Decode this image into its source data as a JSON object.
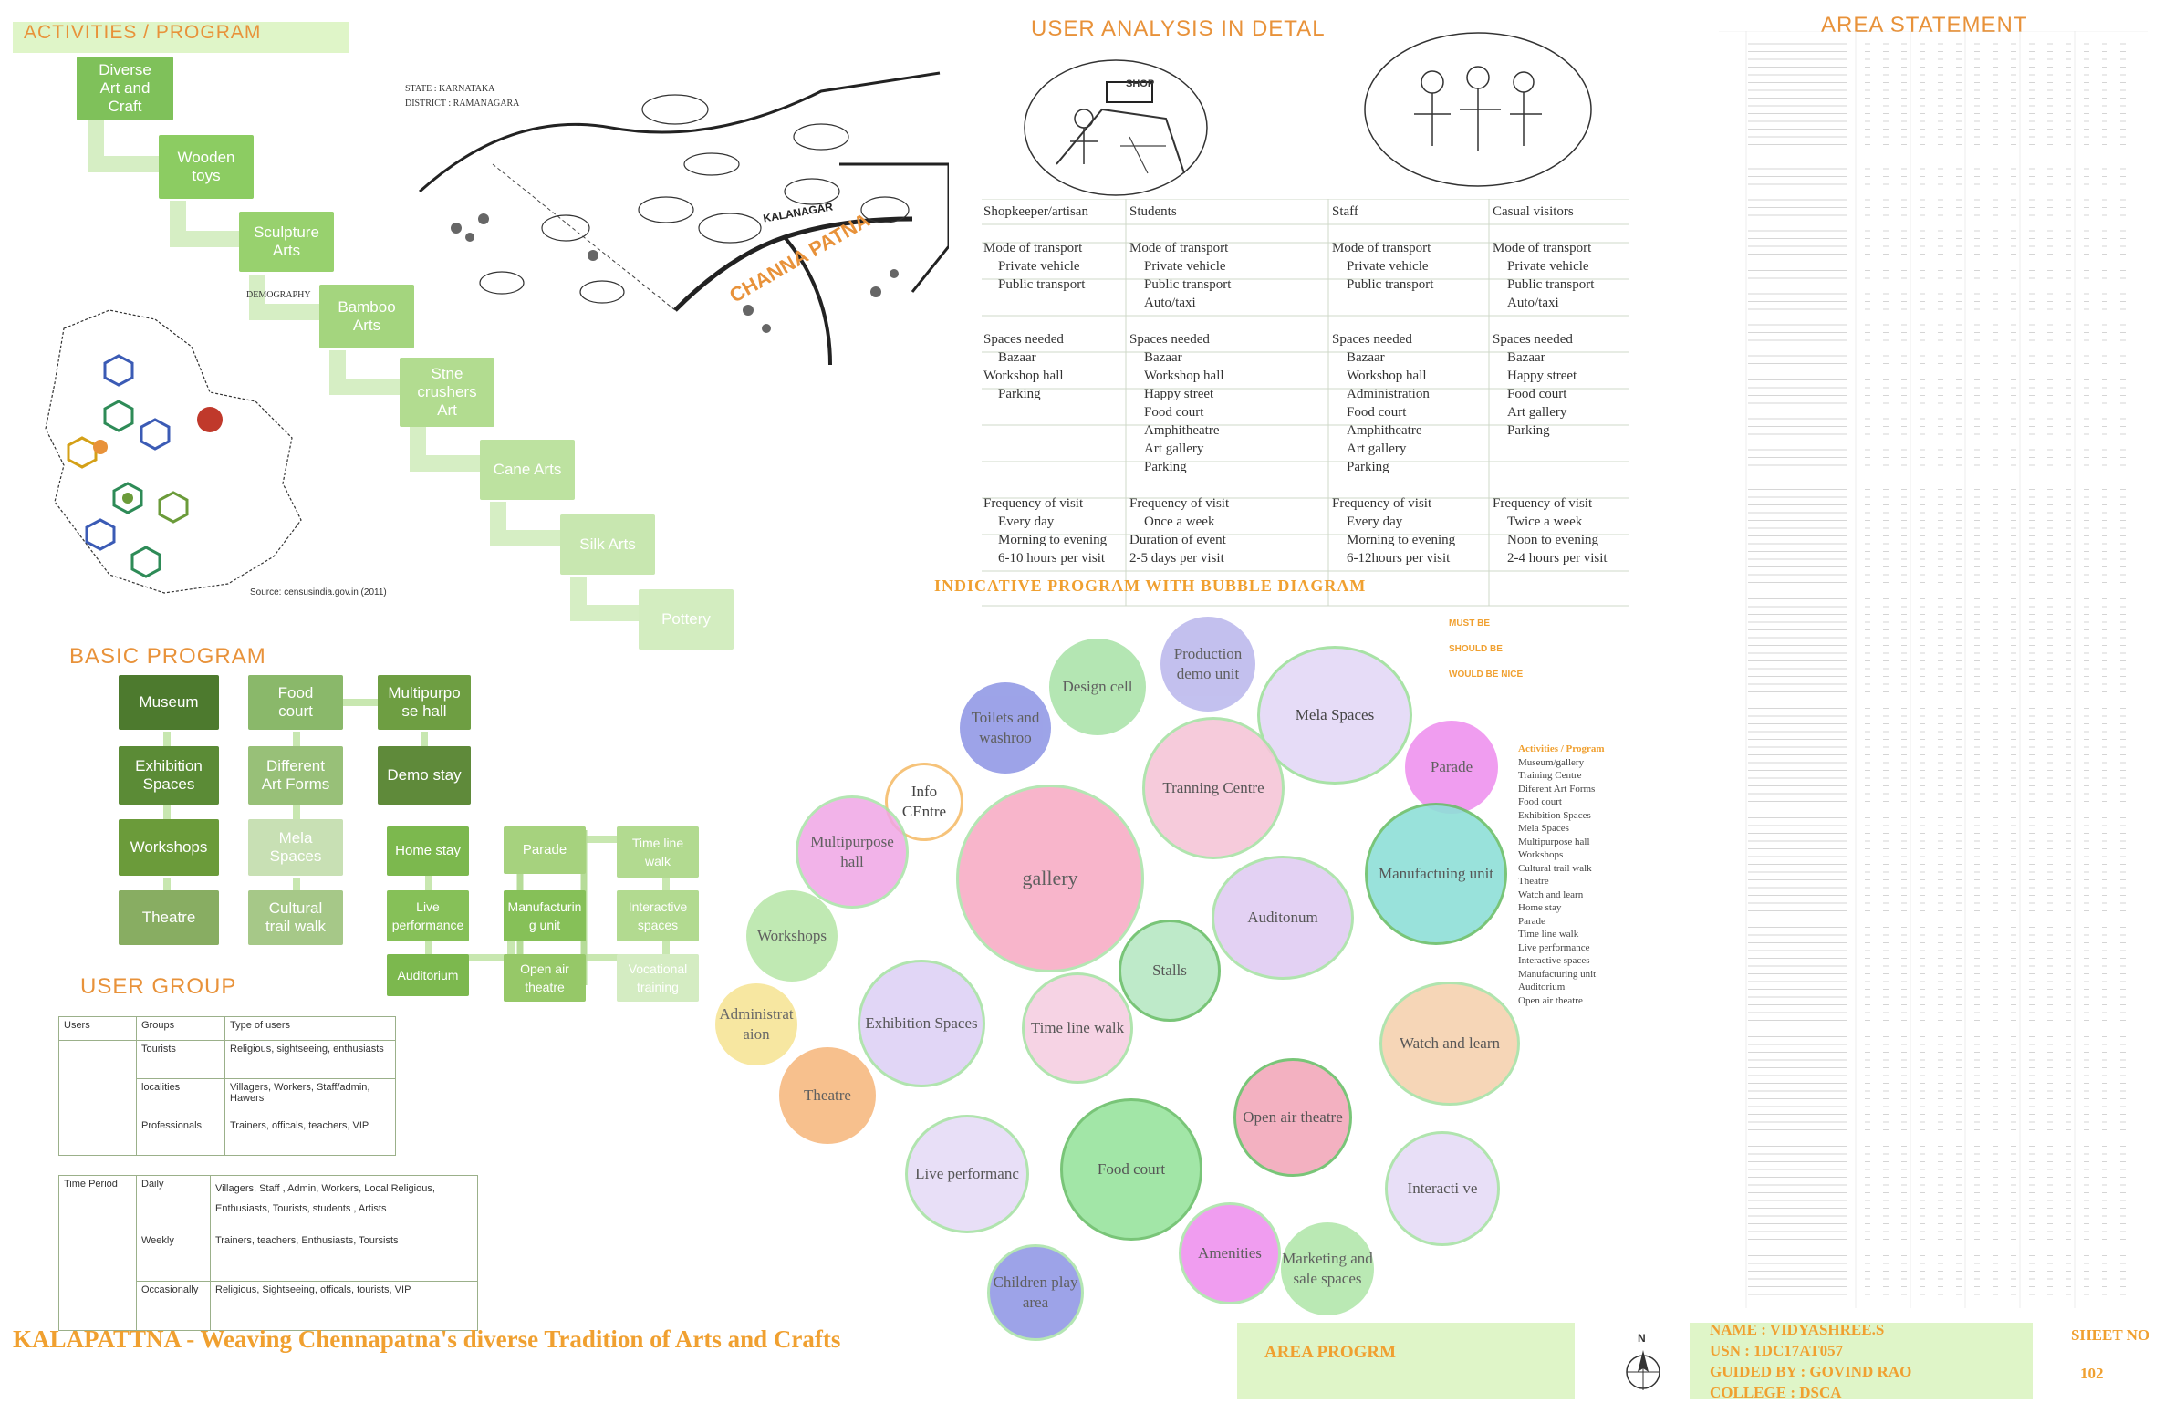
{
  "activities": {
    "title": "ACTIVITIES / PROGRAM",
    "flow": [
      {
        "label": "Diverse\nArt and\nCraft"
      },
      {
        "label": "Wooden\ntoys"
      },
      {
        "label": "Sculpture\nArts"
      },
      {
        "label": "Bamboo\nArts"
      },
      {
        "label": "Stne\ncrushers\nArt"
      },
      {
        "label": "Cane Arts"
      },
      {
        "label": "Silk Arts"
      },
      {
        "label": "Pottery"
      }
    ],
    "source": "Source: censusindia.gov.in (2011)",
    "demography_label": "DEMOGRAPHY",
    "state_label": "STATE : KARNATAKA",
    "district_label": "DISTRICT : RAMANAGARA",
    "map_labels": [
      "CHANNA PATNA",
      "KALANAGAR",
      "SHOP"
    ]
  },
  "basic_program": {
    "title": "BASIC PROGRAM",
    "boxes": [
      {
        "label": "Museum"
      },
      {
        "label": "Exhibition\nSpaces"
      },
      {
        "label": "Workshops"
      },
      {
        "label": "Theatre"
      },
      {
        "label": "Food\ncourt"
      },
      {
        "label": "Different\nArt Forms"
      },
      {
        "label": "Mela\nSpaces"
      },
      {
        "label": "Cultural\ntrail walk"
      },
      {
        "label": "Multipurpo\nse hall"
      },
      {
        "label": "Demo stay"
      },
      {
        "label": "Home stay"
      },
      {
        "label": "Live\nperformance"
      },
      {
        "label": "Auditorium"
      },
      {
        "label": "Parade"
      },
      {
        "label": "Manufacturin\ng unit"
      },
      {
        "label": "Open air\ntheatre"
      },
      {
        "label": "Time line\nwalk"
      },
      {
        "label": "Interactive\nspaces"
      },
      {
        "label": "Vocational\ntraining"
      }
    ]
  },
  "user_group": {
    "title": "USER GROUP",
    "headers": [
      "Users",
      "Groups",
      "Type of users"
    ],
    "rows": [
      [
        "",
        "Tourists",
        "Religious, sightseeing, enthusiasts"
      ],
      [
        "",
        "localities",
        "Villagers, Workers, Staff/admin, Hawers"
      ],
      [
        "",
        "Professionals",
        "Trainers, officals, teachers, VIP"
      ]
    ],
    "time_rows": [
      [
        "Time Period",
        "Daily",
        "Villagers, Staff , Admin, Workers, Local Religious, Enthusiasts, Tourists, students , Artists"
      ],
      [
        "",
        "Weekly",
        "Trainers, teachers, Enthusiasts, Toursists"
      ],
      [
        "",
        "Occasionally",
        "Religious, Sightseeing, officals, tourists, VIP"
      ]
    ]
  },
  "user_analysis": {
    "title": "USER ANALYSIS IN DETAL",
    "columns": [
      {
        "header": "Shopkeeper/artisan",
        "transport_h": "Mode of transport",
        "transport": [
          "Private vehicle",
          "Public transport"
        ],
        "spaces_h": "Spaces needed",
        "spaces": [
          "Bazaar",
          "Workshop hall",
          "Parking"
        ],
        "freq_h": "Frequency of visit",
        "freq": [
          "Every day",
          "Morning to evening",
          "6-10 hours per visit"
        ]
      },
      {
        "header": "Students",
        "transport_h": "Mode of transport",
        "transport": [
          "Private vehicle",
          "Public transport",
          "Auto/taxi"
        ],
        "spaces_h": "Spaces needed",
        "spaces": [
          "Bazaar",
          "Workshop hall",
          "Happy street",
          "Food court",
          "Amphitheatre",
          "Art gallery",
          "Parking"
        ],
        "freq_h": "Frequency of visit",
        "freq": [
          "Once a week",
          "Duration of event",
          "2-5 days per visit"
        ]
      },
      {
        "header": "Staff",
        "transport_h": "Mode of transport",
        "transport": [
          "Private vehicle",
          "Public transport"
        ],
        "spaces_h": "Spaces needed",
        "spaces": [
          "Bazaar",
          "Workshop hall",
          "Administration",
          "Food court",
          "Amphitheatre",
          "Art gallery",
          "Parking"
        ],
        "freq_h": "Frequency of visit",
        "freq": [
          "Every day",
          "Morning to evening",
          "6-12hours per visit"
        ]
      },
      {
        "header": "Casual visitors",
        "transport_h": "Mode of transport",
        "transport": [
          "Private vehicle",
          "Public transport",
          "Auto/taxi"
        ],
        "spaces_h": "Spaces needed",
        "spaces": [
          "Bazaar",
          "Happy street",
          "Food court",
          "Art gallery",
          "Parking"
        ],
        "freq_h": "Frequency of visit",
        "freq": [
          "Twice a week",
          "Noon to evening",
          "2-4 hours per visit"
        ]
      }
    ]
  },
  "bubble_diagram": {
    "title": "INDICATIVE PROGRAM WITH BUBBLE DIAGRAM",
    "key": [
      "MUST BE",
      "SHOULD BE",
      "WOULD BE NICE"
    ],
    "bubbles": [
      {
        "label": "Design cell",
        "color": "#a8e2a6"
      },
      {
        "label": "Production\ndemo unit",
        "color": "#b9b6ec"
      },
      {
        "label": "Mela Spaces",
        "color": "#e6dcf7"
      },
      {
        "label": "Toilets\nand\nwashroo",
        "color": "#8c94e4"
      },
      {
        "label": "Info\nCEntre",
        "color": "#f6c37a"
      },
      {
        "label": "Tranning\nCentre",
        "color": "#f6c6d8"
      },
      {
        "label": "Parade",
        "color": "#ee8cee"
      },
      {
        "label": "Multipurpose\nhall",
        "color": "#f0a6e6"
      },
      {
        "label": "gallery",
        "color": "#f7a9c2"
      },
      {
        "label": "Manufactuing\nunit",
        "color": "#8fdfd8"
      },
      {
        "label": "Workshops",
        "color": "#b6e6a6"
      },
      {
        "label": "Auditonum",
        "color": "#e0cdf2"
      },
      {
        "label": "Stalls",
        "color": "#b7e8c4"
      },
      {
        "label": "Administrat\naion",
        "color": "#f6e28a"
      },
      {
        "label": "Exhibition\nSpaces",
        "color": "#ded2f6"
      },
      {
        "label": "Time line\nwalk",
        "color": "#f6cfe2"
      },
      {
        "label": "Watch and learn",
        "color": "#f6d2b0"
      },
      {
        "label": "Theatre",
        "color": "#f6b67a"
      },
      {
        "label": "Open air\ntheatre",
        "color": "#f2a9bb"
      },
      {
        "label": "Live\nperformanc",
        "color": "#e6dcf7"
      },
      {
        "label": "Food court",
        "color": "#98e49e"
      },
      {
        "label": "Interacti\nve",
        "color": "#e6dcf7"
      },
      {
        "label": "Amenities",
        "color": "#ee8cee"
      },
      {
        "label": "Marketing\nand sale\nspaces",
        "color": "#aee6a8"
      },
      {
        "label": "Children play\narea",
        "color": "#8c94e4"
      }
    ],
    "legend_title": "Activities / Program",
    "legend": [
      "Museum/gallery",
      "Training Centre",
      "Diferent Art Forms",
      "Food court",
      "Exhibition Spaces",
      "Mela Spaces",
      "Multipurpose hall",
      "Workshops",
      "Cultural trail walk",
      "Theatre",
      "Watch and learn",
      "Home stay",
      "Parade",
      "Time line walk",
      "Live performance",
      "Interactive spaces",
      "Manufacturing unit",
      "Auditorium",
      "Open air theatre"
    ]
  },
  "area_statement": {
    "title": "AREA STATEMENT"
  },
  "footer": {
    "project_title": "KALAPATTNA - Weaving Chennapatna's diverse Tradition of Arts and Crafts",
    "sheet_title": "AREA PROGRM",
    "north": "N",
    "name": "NAME : VIDYASHREE.S",
    "usn": "USN  : 1DC17AT057",
    "guide": "GUIDED BY : GOVIND RAO",
    "college": "COLLEGE : DSCA",
    "sheet_label": "SHEET NO",
    "sheet_no": "102"
  },
  "colors": {
    "accent_orange": "#e8923a",
    "flow_green": "#92d050",
    "flow_green_dark": "#5f8a3a",
    "footer_green": "#dff5c8"
  }
}
